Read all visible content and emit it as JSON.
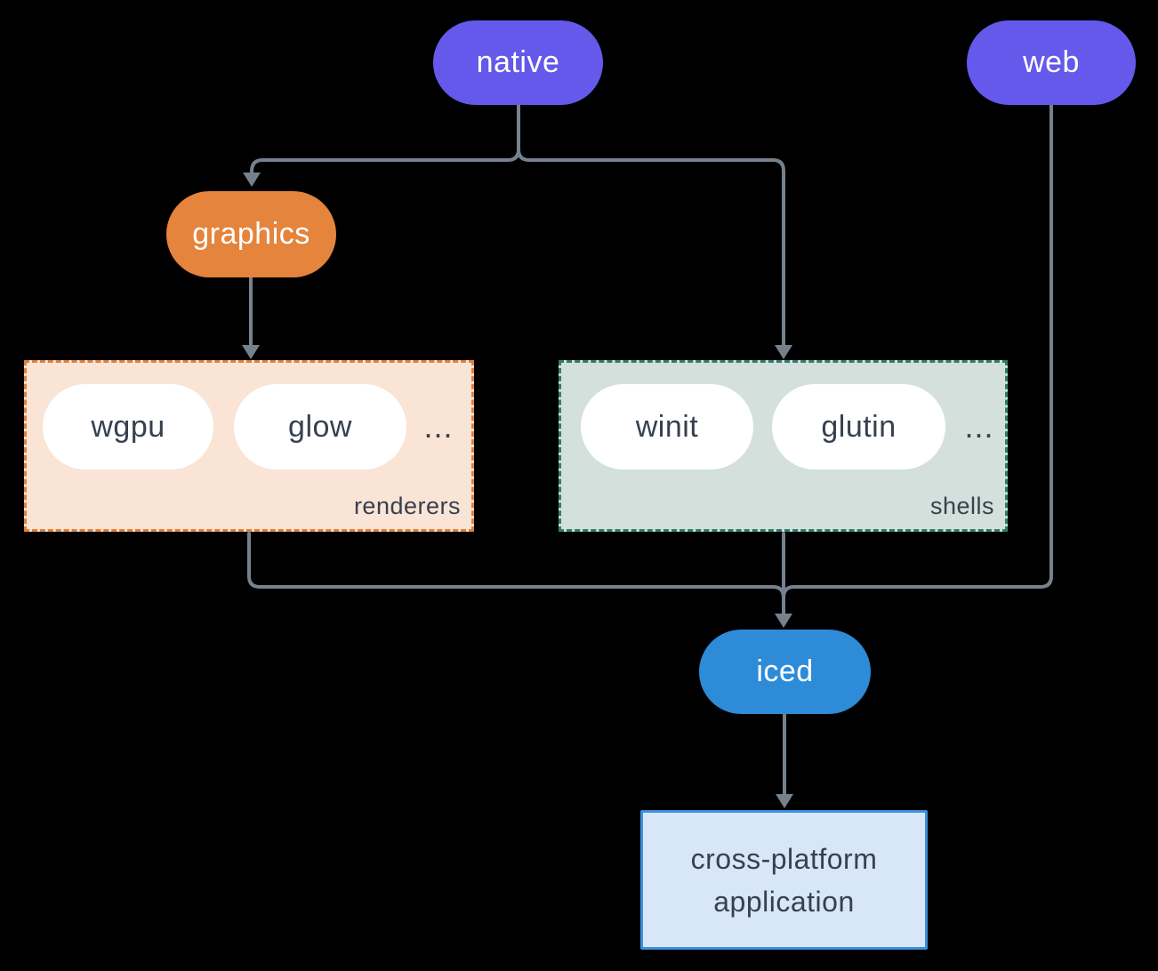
{
  "colors": {
    "background": "#000000",
    "purple": "#6459EB",
    "orange": "#E5843C",
    "blue": "#2E8BD8",
    "peach-fill": "#FAE4D5",
    "peach-border": "#DF813B",
    "green-fill": "#D3E0DB",
    "green-border": "#2F7D6D",
    "lightblue-fill": "#D7E7F7",
    "lightblue-border": "#3D8FD9",
    "line": "#76818E",
    "dark-text": "#36414F",
    "white": "#FFFFFF"
  },
  "nodes": {
    "native": {
      "label": "native"
    },
    "web": {
      "label": "web"
    },
    "graphics": {
      "label": "graphics"
    },
    "iced": {
      "label": "iced"
    },
    "application": {
      "line1": "cross-platform",
      "line2": "application"
    }
  },
  "groups": {
    "renderers": {
      "label": "renderers",
      "items": [
        "wgpu",
        "glow"
      ],
      "more": "..."
    },
    "shells": {
      "label": "shells",
      "items": [
        "winit",
        "glutin"
      ],
      "more": "..."
    }
  }
}
